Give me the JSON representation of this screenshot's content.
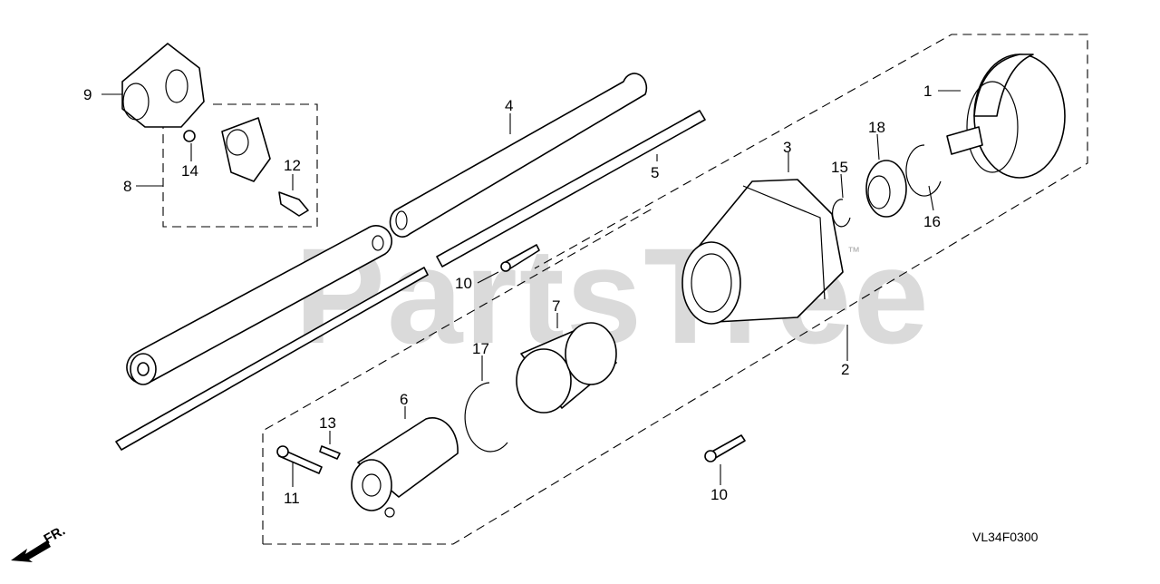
{
  "watermark": "PartsTree",
  "trademark": "™",
  "drawing_code": "VL34F0300",
  "direction": "FR.",
  "callouts": {
    "c1": "1",
    "c2": "2",
    "c3": "3",
    "c4": "4",
    "c5": "5",
    "c6": "6",
    "c7": "7",
    "c8": "8",
    "c9": "9",
    "c10a": "10",
    "c10b": "10",
    "c11": "11",
    "c12": "12",
    "c13": "13",
    "c14": "14",
    "c15": "15",
    "c16": "16",
    "c17": "17",
    "c18": "18"
  }
}
